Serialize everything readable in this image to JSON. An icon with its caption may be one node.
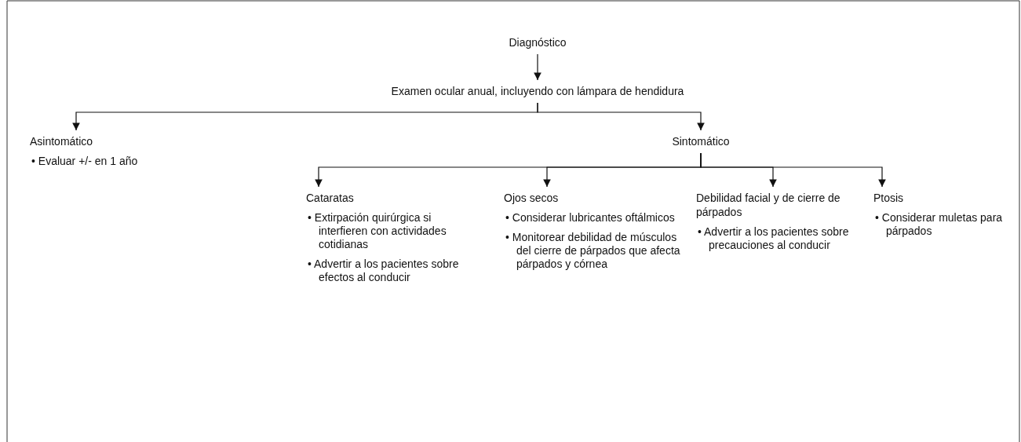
{
  "diagram": {
    "nodes": [
      {
        "text": [
          "Diagnóstico"
        ]
      },
      {
        "text": [
          "Examen ocular anual, incluyendo con lámpara de hendidura"
        ]
      },
      {
        "text": [
          "Asintomático",
          "• Evaluar +/- en 1 año"
        ]
      },
      {
        "text": [
          "Sintomático"
        ]
      },
      {
        "text": [
          "Cataratas",
          "• Extirpación quirúrgica si interfieren con actividades cotidianas",
          "• Advertir a los pacientes sobre efectos al conducir"
        ]
      },
      {
        "text": [
          "Ojos secos",
          "• Considerar lubricantes oftálmicos",
          "• Monitorear debilidad de músculos del cierre de párpados que afecta párpados y córnea"
        ]
      },
      {
        "text": [
          "Debilidad facial y de cierre de párpados",
          "• Advertir a los pacientes sobre precauciones al conducir"
        ]
      },
      {
        "text": [
          "Ptosis",
          "• Considerar muletas para párpados"
        ]
      }
    ],
    "edges": [
      {
        "from": 0,
        "to": 1,
        "arrow": "to"
      },
      {
        "from": 1,
        "to": 2,
        "arrow": "to"
      },
      {
        "from": 1,
        "to": 3,
        "arrow": "to"
      },
      {
        "from": 3,
        "to": 4,
        "arrow": "to"
      },
      {
        "from": 3,
        "to": 5,
        "arrow": "to"
      },
      {
        "from": 3,
        "to": 6,
        "arrow": "to"
      },
      {
        "from": 3,
        "to": 7,
        "arrow": "to"
      }
    ]
  }
}
